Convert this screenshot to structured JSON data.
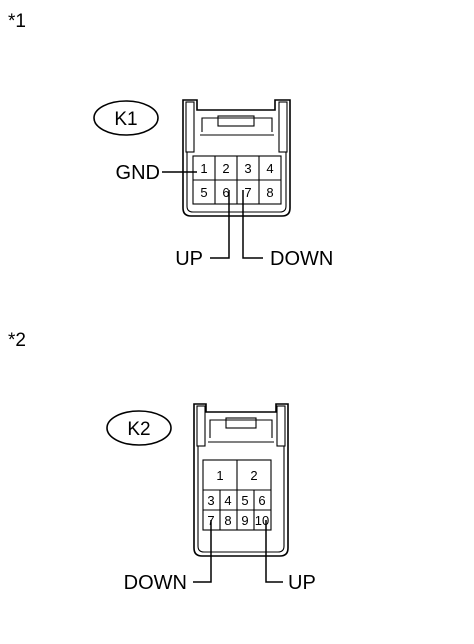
{
  "figures": [
    {
      "note": "*1",
      "connector_id": "K1",
      "pins": [
        "1",
        "2",
        "3",
        "4",
        "5",
        "6",
        "7",
        "8"
      ],
      "labels": {
        "gnd": "GND",
        "up": "UP",
        "down": "DOWN"
      }
    },
    {
      "note": "*2",
      "connector_id": "K2",
      "pins": [
        "1",
        "2",
        "3",
        "4",
        "5",
        "6",
        "7",
        "8",
        "9",
        "10"
      ],
      "labels": {
        "down": "DOWN",
        "up": "UP"
      }
    }
  ]
}
